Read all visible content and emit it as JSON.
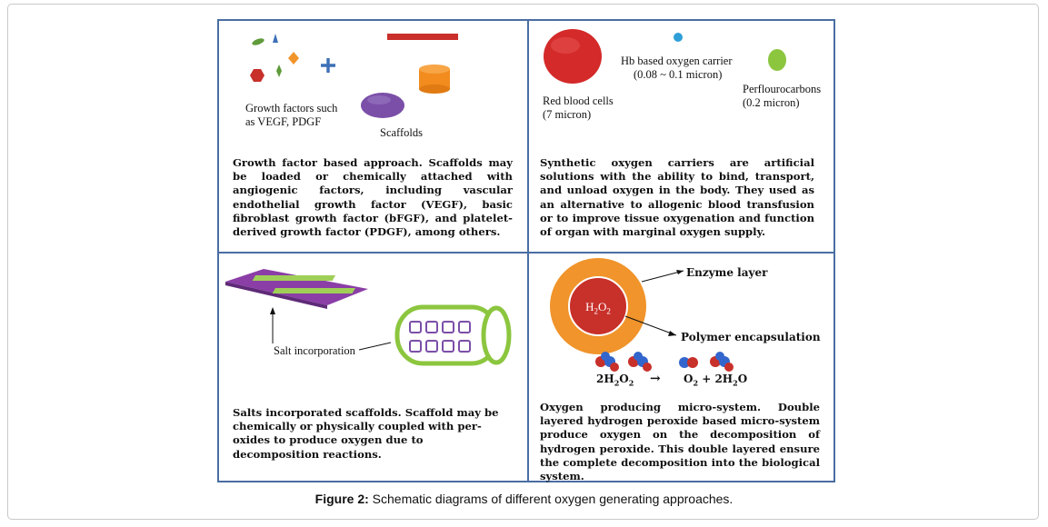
{
  "panels": {
    "growth_factor": {
      "label_growth_factors_line1": "Growth factors such",
      "label_growth_factors_line2": "as VEGF, PDGF",
      "label_scaffolds": "Scaffolds",
      "description": "Growth factor based approach. Scaffolds may be loaded or chemically attached with angiogenic factors, including vascular endothelial growth factor (VEGF), basic fibroblast growth factor (bFGF), and platelet-derived growth factor (PDGF), among others."
    },
    "synthetic_carriers": {
      "label_hb_line1": "Hb based oxygen  carrier",
      "label_hb_line2": "(0.08 ~ 0.1 micron)",
      "label_rbc_line1": "Red blood cells",
      "label_rbc_line2": "(7 micron)",
      "label_pfc_line1": "Perflourocarbons",
      "label_pfc_line2": "(0.2 micron)",
      "description": "Synthetic oxygen carriers are artificial solutions with the ability to bind, transport, and unload oxygen in the body. They used as an alternative to allogenic blood transfusion or to improve tissue oxygenation and function of organ with marginal oxygen supply."
    },
    "salt_scaffolds": {
      "label_salt": "Salt incorporation",
      "description": "Salts incorporated  scaffolds. Scaffold may be chemically or physically coupled with per-oxides to produce oxygen due to decomposition reactions."
    },
    "micro_system": {
      "label_enzyme": "Enzyme layer",
      "label_polymer": "Polymer encapsulation",
      "core_h": "H",
      "core_sub1": "2",
      "core_o": "O",
      "core_sub2": "2",
      "reactant_coeff": "2H",
      "reactant_sub1": "2",
      "reactant_o": "O",
      "reactant_sub2": "2",
      "arrow": "→",
      "product_o": "O",
      "product_sub1": "2",
      "product_plus": " + 2H",
      "product_sub2": "2",
      "product_end": "O",
      "description": "Oxygen producing micro-system. Double layered hydrogen peroxide based micro-system produce oxygen on the decomposition of hydrogen peroxide. This double layered ensure the complete decomposition into the biological system."
    }
  },
  "caption": {
    "label": "Figure 2:",
    "text": " Schematic diagrams of different oxygen generating approaches."
  },
  "colors": {
    "border": "#4a6da3",
    "rbc": "#d42a2a",
    "hb": "#2f9fd8",
    "pfc": "#8cc63f",
    "scaffold_purple": "#7b4fa8",
    "scaffold_orange": "#f28c1e",
    "scaffold_bar": "#c9302c",
    "enzyme_layer": "#f0942b",
    "core": "#c8302a",
    "salt_sheet": "#8a3ea6",
    "salt_bars": "#9fcf57"
  }
}
